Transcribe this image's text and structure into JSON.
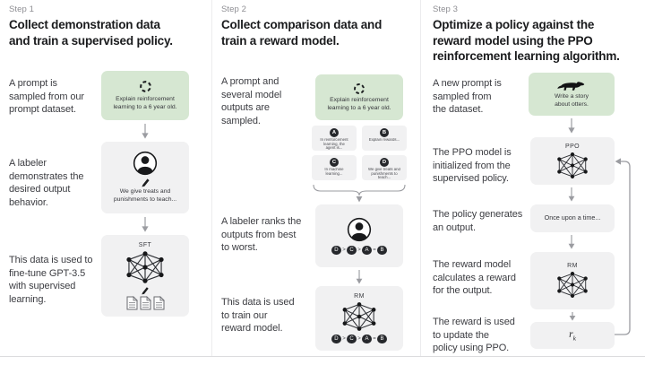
{
  "colors": {
    "green_box": "#d6e7d2",
    "gray_box": "#f1f1f2",
    "dark_circle": "#26282c",
    "step_label": "#8e8e93",
    "title_text": "#1a1b1d",
    "body_text": "#3c3d42",
    "arrow": "#9b9ca1",
    "divider": "#ececee",
    "bottom_line": "#dcdcde"
  },
  "icons": {
    "sample_icon": "dashed-circle",
    "labeler_icon": "person-in-circle",
    "write_icon": "pencil",
    "model_icon": "neural-network",
    "documents_icon": "stacked-pages",
    "otter_icon": "otter-silhouette",
    "flow_arrow_icon": "down-arrow",
    "group_icon": "curly-brace",
    "loop_icon": "feedback-loop-arrow"
  },
  "step1": {
    "label": "Step 1",
    "title": [
      "Collect demonstration data",
      "and train a supervised policy."
    ],
    "prompt_label": [
      "A prompt is",
      "sampled from our",
      "prompt dataset."
    ],
    "prompt_box": [
      "Explain reinforcement",
      "learning to a 6 year old."
    ],
    "labeler_label": [
      "A labeler",
      "demonstrates the",
      "desired output",
      "behavior."
    ],
    "labeler_box": [
      "We give treats and",
      "punishments to teach..."
    ],
    "finetune_label": [
      "This data is used to",
      "fine-tune GPT-3.5",
      "with supervised",
      "learning."
    ],
    "sft_tag": "SFT"
  },
  "step2": {
    "label": "Step 2",
    "title": [
      "Collect comparison data and",
      "train a reward model."
    ],
    "prompt_label": [
      "A prompt and",
      "several model",
      "outputs are",
      "sampled."
    ],
    "prompt_box": [
      "Explain reinforcement",
      "learning to a 6 year old."
    ],
    "outputs": [
      {
        "letter": "A",
        "text": [
          "In reinforcement",
          "learning, the",
          "agent is..."
        ]
      },
      {
        "letter": "B",
        "text": [
          "Explain rewards..."
        ]
      },
      {
        "letter": "C",
        "text": [
          "In machine",
          "learning..."
        ]
      },
      {
        "letter": "D",
        "text": [
          "We give treats and",
          "punishments to",
          "teach..."
        ]
      }
    ],
    "rank_label": [
      "A labeler ranks the",
      "outputs from best",
      "to worst."
    ],
    "ranking": {
      "letters": [
        "D",
        "C",
        "A",
        "B"
      ],
      "separators": [
        ">",
        ">",
        "="
      ]
    },
    "train_label": [
      "This data is used",
      "to train our",
      "reward model."
    ],
    "rm_tag": "RM"
  },
  "step3": {
    "label": "Step 3",
    "title": [
      "Optimize a policy against the",
      "reward model using the PPO",
      "reinforcement learning algorithm."
    ],
    "prompt_label": [
      "A new prompt is",
      "sampled from",
      "the dataset."
    ],
    "prompt_box": [
      "Write a story",
      "about otters."
    ],
    "ppo_label": [
      "The PPO model is",
      "initialized from the",
      "supervised policy."
    ],
    "ppo_tag": "PPO",
    "output_label": [
      "The policy generates",
      "an output."
    ],
    "output_box": "Once upon a time...",
    "reward_label": [
      "The reward model",
      "calculates a reward",
      "for the output."
    ],
    "rm_tag": "RM",
    "update_label": [
      "The reward is used",
      "to update the",
      "policy using PPO."
    ],
    "reward_symbol": {
      "base": "r",
      "sub": "k"
    }
  }
}
